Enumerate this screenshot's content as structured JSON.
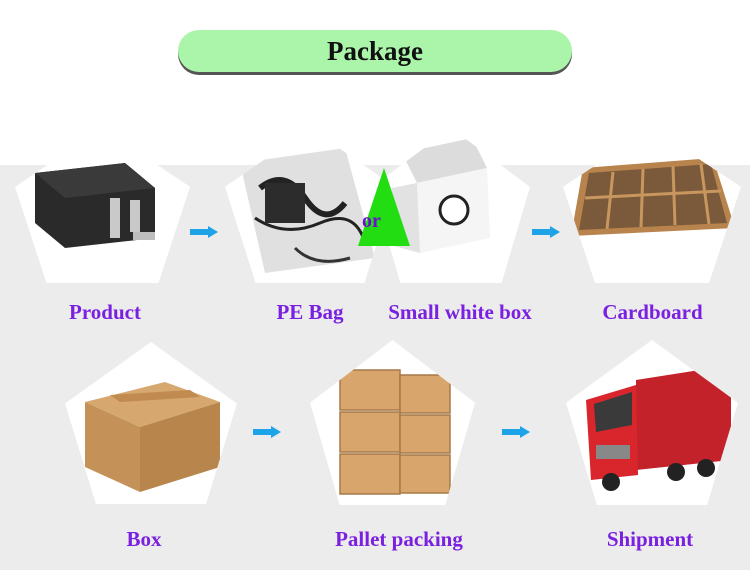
{
  "title": "Package",
  "row1": {
    "labels": [
      "Product",
      "PE Bag",
      "Small white box",
      "Cardboard"
    ],
    "connector": "or"
  },
  "row2": {
    "labels": [
      "Box",
      "Pallet packing",
      "Shipment"
    ]
  },
  "colors": {
    "title_bg": "#aaf5aa",
    "label": "#7a20e0",
    "arrow": "#1fa3e8",
    "or_triangle": "#22dd11"
  }
}
